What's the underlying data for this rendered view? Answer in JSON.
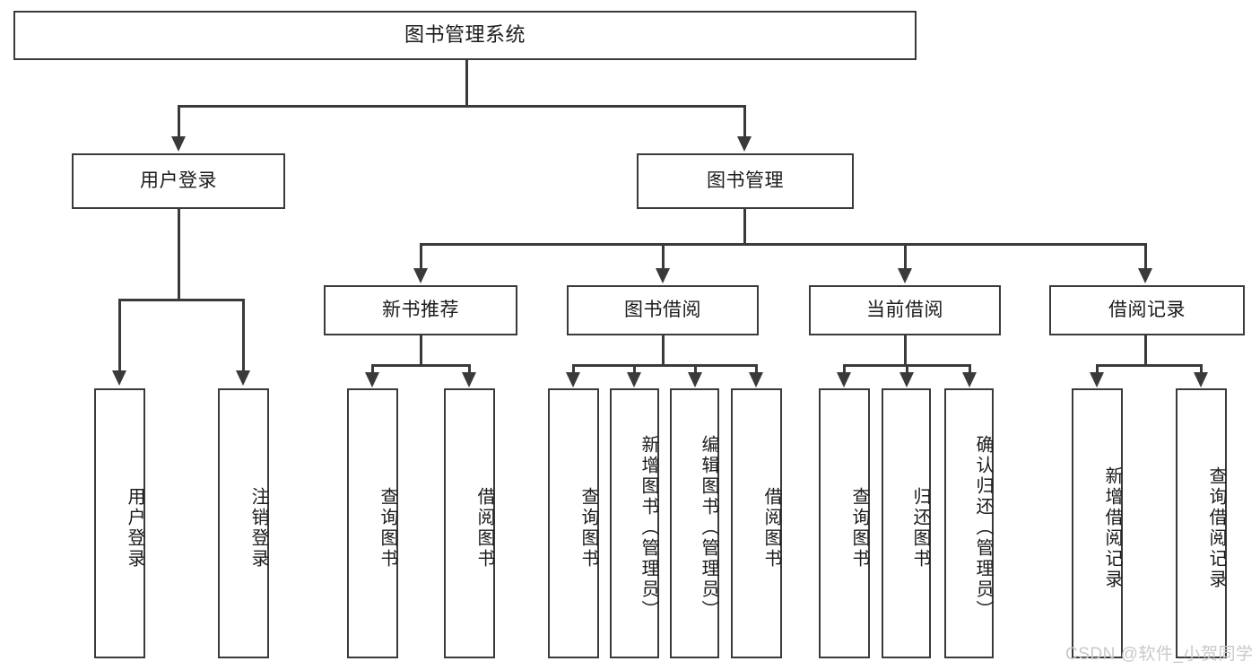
{
  "diagram": {
    "title": "图书管理系统",
    "type": "tree-hierarchy-diagram",
    "colors": {
      "stroke": "#3a3a3a",
      "fill": "#ffffff",
      "text": "#1b1b1b",
      "watermark": "#c9c9c9"
    },
    "root": {
      "label": "图书管理系统"
    },
    "level2": [
      {
        "label": "用户登录"
      },
      {
        "label": "图书管理"
      }
    ],
    "level3": [
      {
        "label": "新书推荐"
      },
      {
        "label": "图书借阅"
      },
      {
        "label": "当前借阅"
      },
      {
        "label": "借阅记录"
      }
    ],
    "leaves": {
      "user_login": [
        {
          "label": "用户登录"
        },
        {
          "label": "注销登录"
        }
      ],
      "new_book_recommend": [
        {
          "label": "查询图书"
        },
        {
          "label": "借阅图书"
        }
      ],
      "book_borrow": [
        {
          "label": "查询图书"
        },
        {
          "label": "新增图书（管理员）"
        },
        {
          "label": "编辑图书（管理员）"
        },
        {
          "label": "借阅图书"
        }
      ],
      "current_borrow": [
        {
          "label": "查询图书"
        },
        {
          "label": "归还图书"
        },
        {
          "label": "确认归还（管理员）"
        }
      ],
      "borrow_record": [
        {
          "label": "新增借阅记录"
        },
        {
          "label": "查询借阅记录"
        }
      ]
    }
  },
  "watermark": {
    "text": "CSDN @软件_小贺同学"
  }
}
